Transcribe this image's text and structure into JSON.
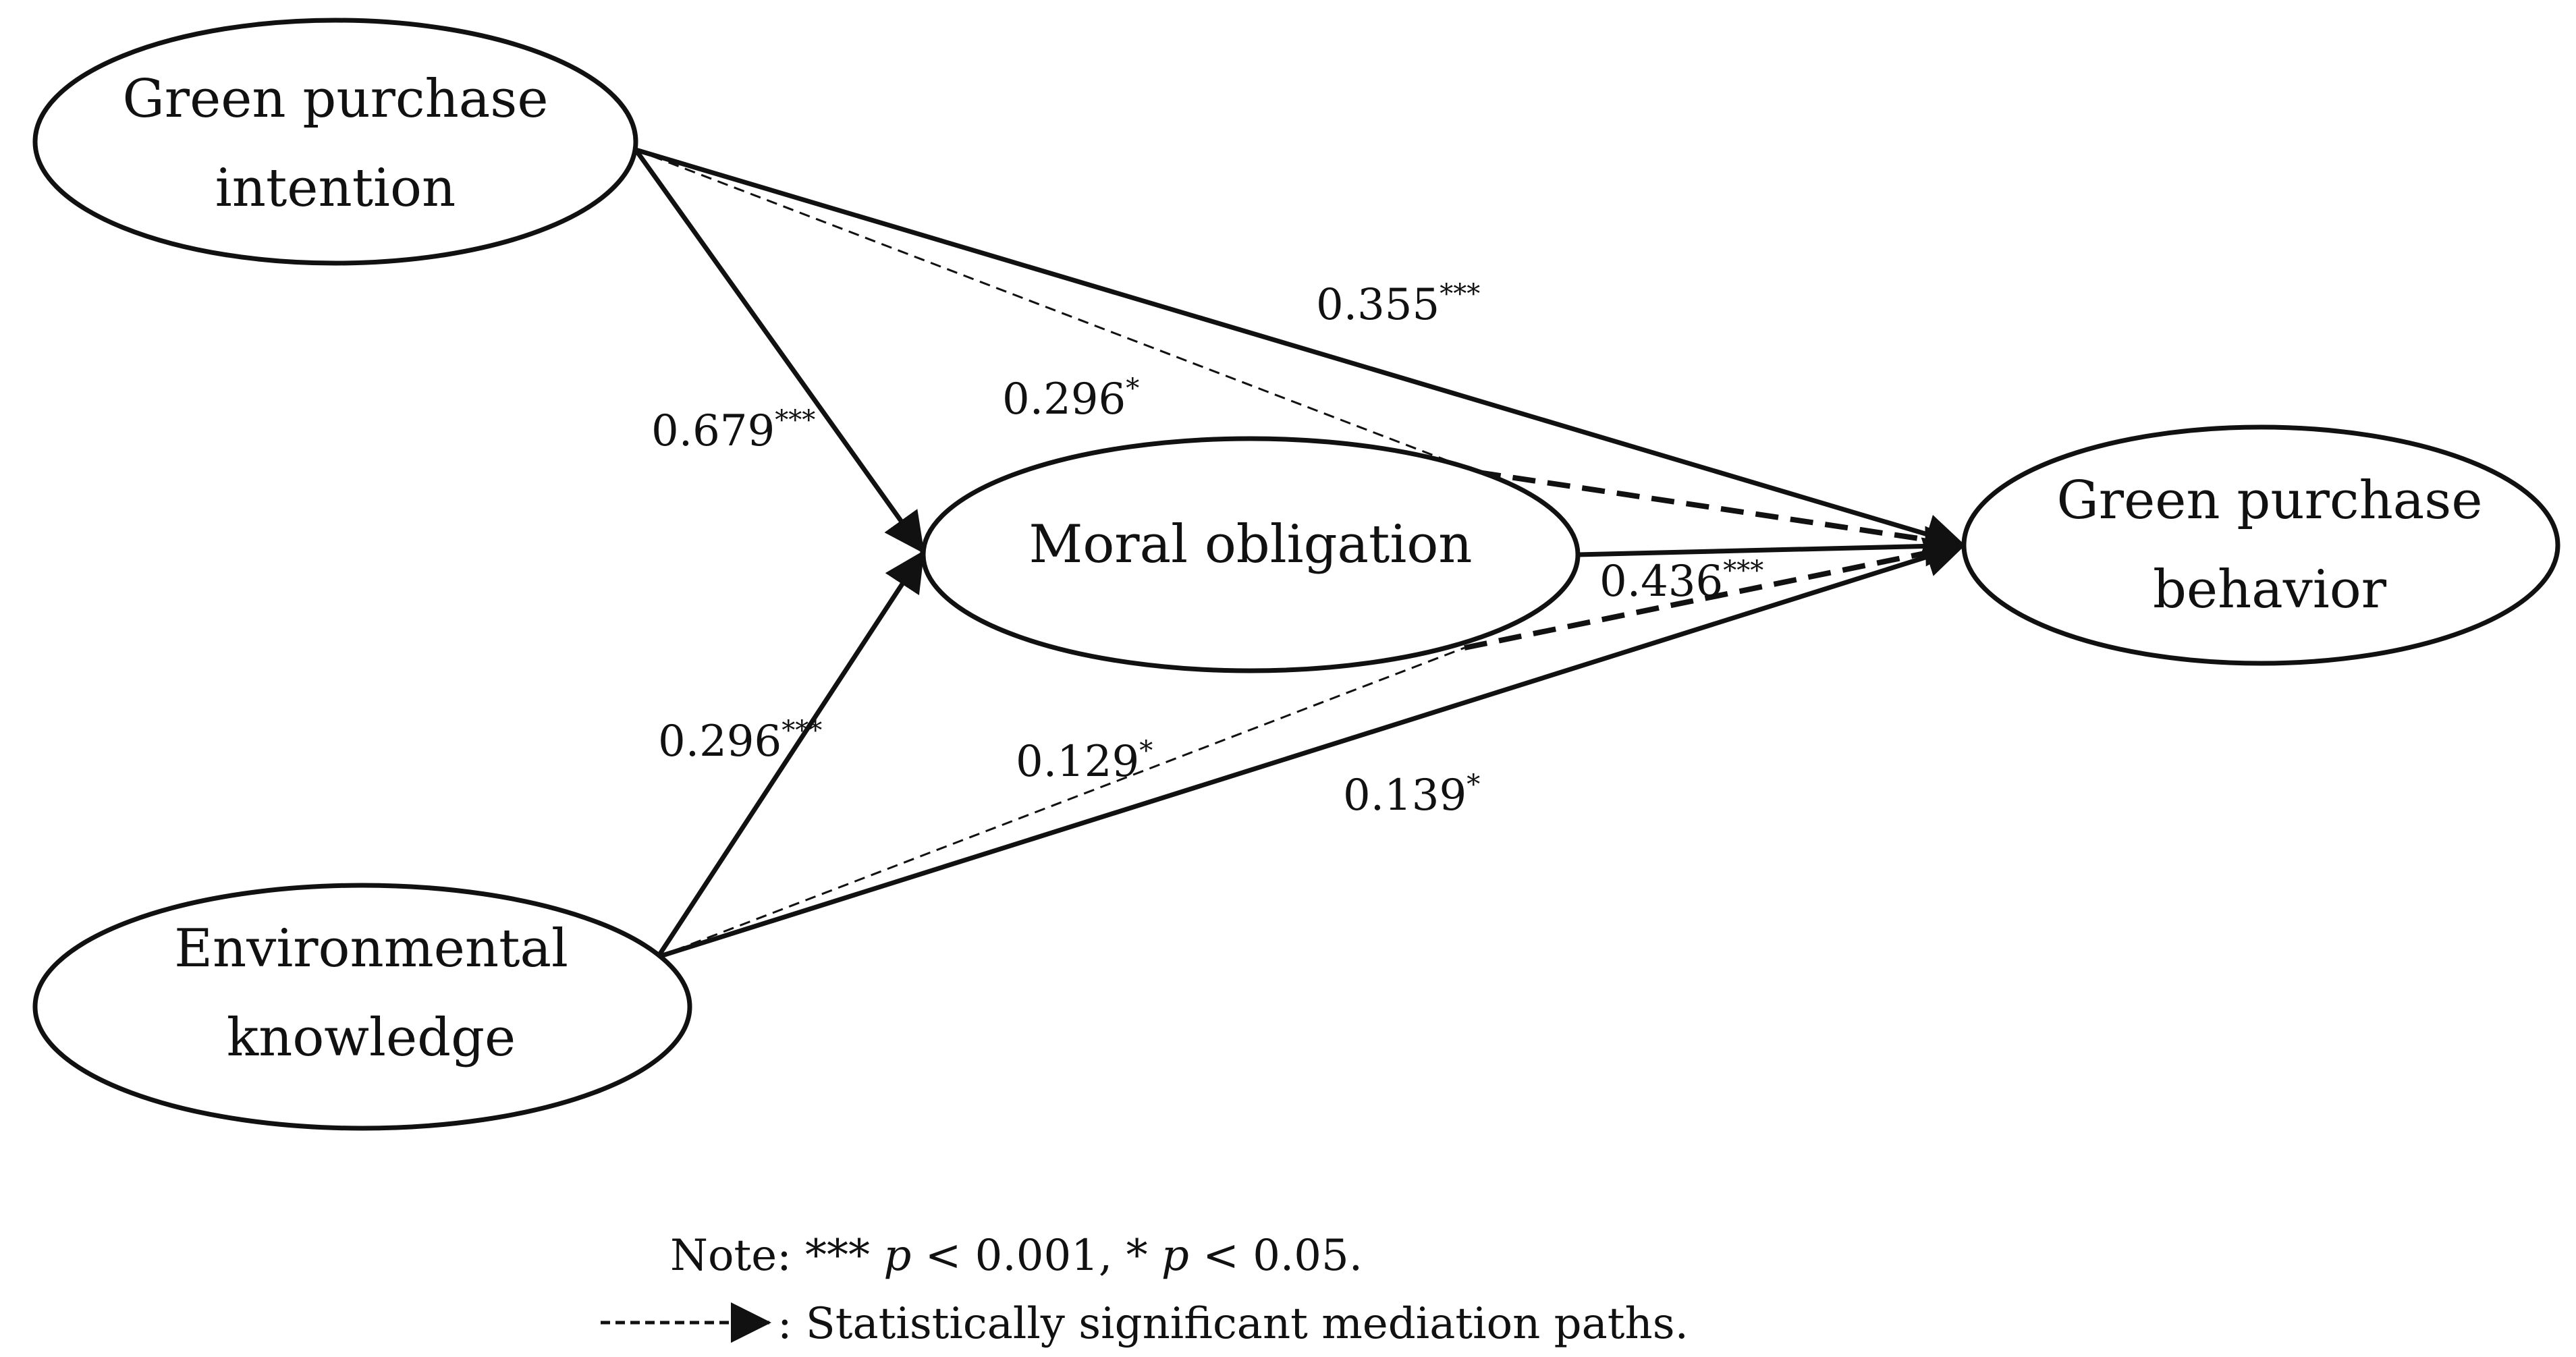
{
  "nodes": {
    "gpi": {
      "lines": [
        "Green purchase",
        "intention"
      ]
    },
    "mo": {
      "lines": [
        "Moral obligation"
      ]
    },
    "ek": {
      "lines": [
        "Environmental",
        "knowledge"
      ]
    },
    "gpb": {
      "lines": [
        "Green purchase",
        "behavior"
      ]
    }
  },
  "coefficients": {
    "gpi_mo": {
      "value": "0.679",
      "sig": "***"
    },
    "ek_mo": {
      "value": "0.296",
      "sig": "***"
    },
    "gpi_gpb": {
      "value": "0.355",
      "sig": "***"
    },
    "mo_gpb": {
      "value": "0.436",
      "sig": "***"
    },
    "ek_gpb": {
      "value": "0.139",
      "sig": "*"
    },
    "gpi_mediation": {
      "value": "0.296",
      "sig": "*"
    },
    "ek_mediation": {
      "value": "0.129",
      "sig": "*"
    }
  },
  "note": {
    "prefix": "Note: *** ",
    "p1": "p",
    "mid": " < 0.001, * ",
    "p2": "p",
    "suffix": " < 0.05.",
    "legend_text": ": Statistically significant mediation paths."
  }
}
